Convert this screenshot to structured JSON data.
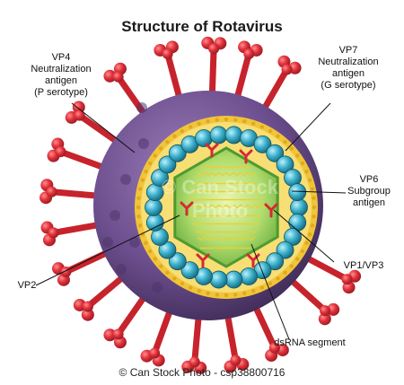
{
  "title": "Structure of Rotavirus",
  "labels": {
    "vp4": [
      "VP4",
      "Neutralization",
      "antigen",
      "(P serotype)"
    ],
    "vp7": [
      "VP7",
      "Neutralization",
      "antigen",
      "(G serotype)"
    ],
    "vp6": [
      "VP6",
      "Subgroup",
      "antigen"
    ],
    "vp2": "VP2",
    "vp1vp3": "VP1/VP3",
    "dsrna": "dsRNA segment"
  },
  "watermark": "© Can Stock Photo",
  "footer": "© Can Stock Photo - csp38800716",
  "colors": {
    "outer_layer": "#6d4f8f",
    "spikes": "#e0303a",
    "middle_layer": "#f3cf4a",
    "inner_beads": "#2fa6c2",
    "core": "#7cc74a",
    "rna": "#f0e85a"
  }
}
